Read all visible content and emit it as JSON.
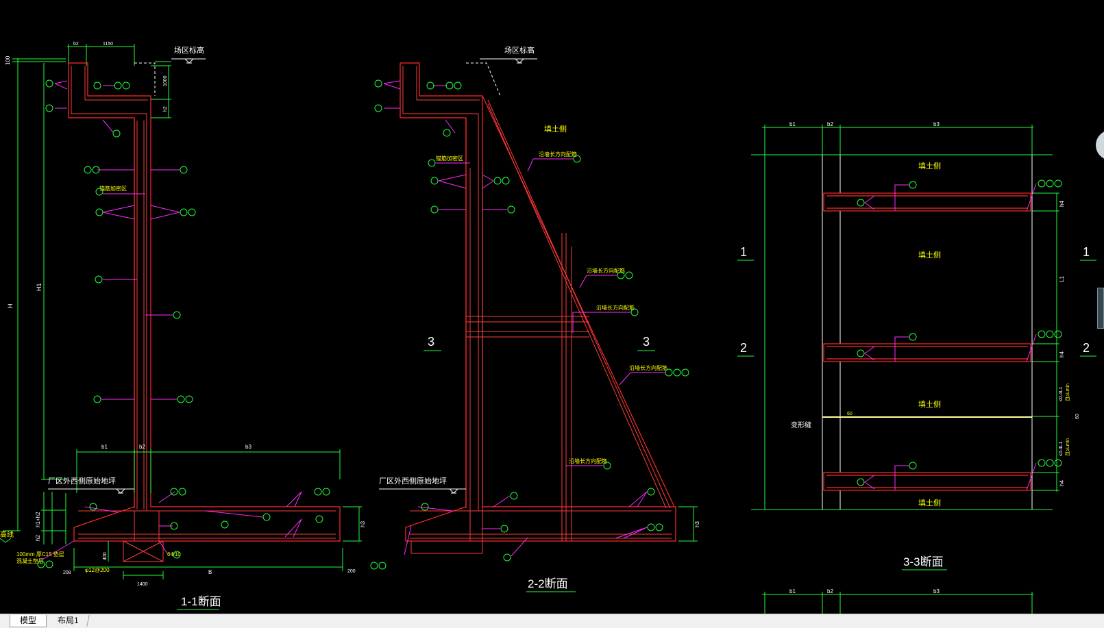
{
  "tabs": {
    "model": "模型",
    "layout1": "布局1"
  },
  "colors": {
    "background": "#000000",
    "outline": "#ff2a2a",
    "rebar": "#ff3b3b",
    "dim": "#1eff3c",
    "leader": "#ff2bff",
    "text": "#ffff00",
    "white": "#ffffff",
    "tag": "#1eff3c"
  },
  "section11": {
    "title": "1-1断面",
    "site_elev": "场区标高",
    "ground_note": "厂区外西侧原始地坪",
    "elev_line": "高线",
    "dims_top": [
      "b2",
      "1150"
    ],
    "dims_right": [
      "1000",
      "h2"
    ],
    "dims_left": [
      "100",
      "H",
      "H1",
      "h1+h2",
      "h2"
    ],
    "dims_base": [
      "b1",
      "b2",
      "b3"
    ],
    "dims_bottom": [
      "208",
      "B",
      "200",
      "1400",
      "400"
    ],
    "right_b3": "h3",
    "cushion_note": "100mm 厚C15 垫层",
    "cushion_note2": "混凝土垫层",
    "bar_note": "φ12@200",
    "bar_note2": "6Φ10",
    "slope_note": "锚筋加密区",
    "tags": [
      "⑭",
      "⑭",
      "⑭",
      "⑭",
      "⑭",
      "⑭",
      "⑭",
      "⑭",
      "⑭",
      "⑭",
      "⑭",
      "⑭",
      "①",
      "④",
      "③",
      "③",
      "⑭",
      "⑦",
      "⑥",
      "⑭",
      "⑤",
      "⑥",
      "⑭",
      "⑭",
      "⑭",
      "⑤",
      "⑭"
    ]
  },
  "section22": {
    "title": "2-2断面",
    "site_elev": "场区标高",
    "ground_note": "厂区外西侧原始地坪",
    "soil_side": "填土侧",
    "note_slope1": "锚筋加密区",
    "note_a": "沿墙长方向配筋",
    "note_b": "沿墙长方向配筋",
    "note_c": "沿墙长方向配筋",
    "note_d": "沿墙长方向配筋",
    "note_e": "沿墙长方向配筋",
    "cut_left": "3",
    "cut_right": "3",
    "right_dim": "h3",
    "tags": [
      "⑭",
      "⑭",
      "⑭",
      "⑭",
      "⑭",
      "⑭",
      "⑭",
      "⑭",
      "①",
      "⑭",
      "⑪",
      "⑪⑫",
      "⑨",
      "⑪⑬⑮",
      "⑩",
      "⑭",
      "⑭",
      "⑧",
      "⑭",
      "⑤",
      "⑭",
      "⑤⑭"
    ]
  },
  "section33": {
    "title": "3-3断面",
    "dims_top": [
      "b1",
      "b2",
      "b3"
    ],
    "dims_bottom": [
      "b1",
      "b2",
      "b3"
    ],
    "soil_top": "填土侧",
    "soil_mid": "填土侧",
    "soil_low": "填土侧",
    "soil_bot": "填土侧",
    "joint": "变形缝",
    "joint_gap": "60",
    "joint_right": "60",
    "cut_labels_left": [
      "1",
      "2"
    ],
    "cut_labels_right": [
      "1",
      "2"
    ],
    "right_dims": [
      "h4",
      "L1",
      "h4",
      "≤0.4L1",
      "≤0.4L1",
      "h4"
    ],
    "right_dims_note": [
      "且≥Lmin",
      "且≥Lmin"
    ],
    "rib_tags_right": [
      "⑪⑫⑬",
      "⑪⑫⑬",
      "⑪⑫⑬"
    ],
    "tag9": "⑨",
    "tag10": "⑩"
  }
}
